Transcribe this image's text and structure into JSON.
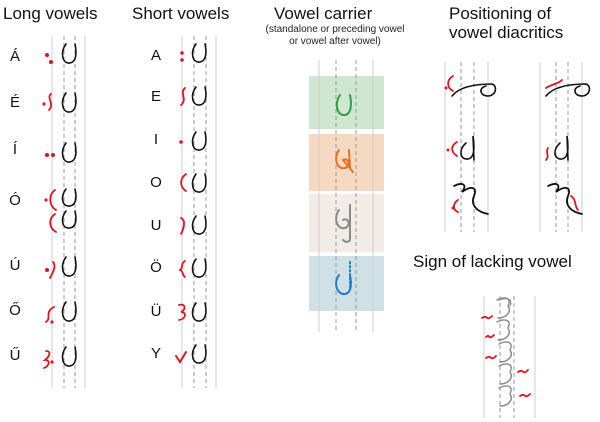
{
  "sections": {
    "long_vowels": {
      "title": "Long vowels"
    },
    "short_vowels": {
      "title": "Short vowels"
    },
    "vowel_carrier": {
      "title": "Vowel carrier",
      "note": "(standalone or preceding vowel\nor vowel after vowel)"
    },
    "positioning": {
      "title": "Positioning of\nvowel diacritics"
    },
    "lacking": {
      "title": "Sign of lacking vowel"
    }
  },
  "long_letters": [
    "Á",
    "É",
    "Í",
    "Ó",
    "Ú",
    "Ő",
    "Ű"
  ],
  "short_letters": [
    "A",
    "E",
    "I",
    "O",
    "U",
    "Ö",
    "Ü",
    "Y"
  ],
  "colors": {
    "diacritic": "#e0141e",
    "ink": "#111111",
    "carrier_green": "#2f9e46",
    "carrier_orange": "#e8731e",
    "carrier_gray": "#8a8a8a",
    "carrier_blue": "#1f7fc2",
    "band_green": "#cfe6cf",
    "band_orange": "#f6d9c3",
    "band_gray": "#f2ebe6",
    "band_blue": "#cfe0e6"
  }
}
